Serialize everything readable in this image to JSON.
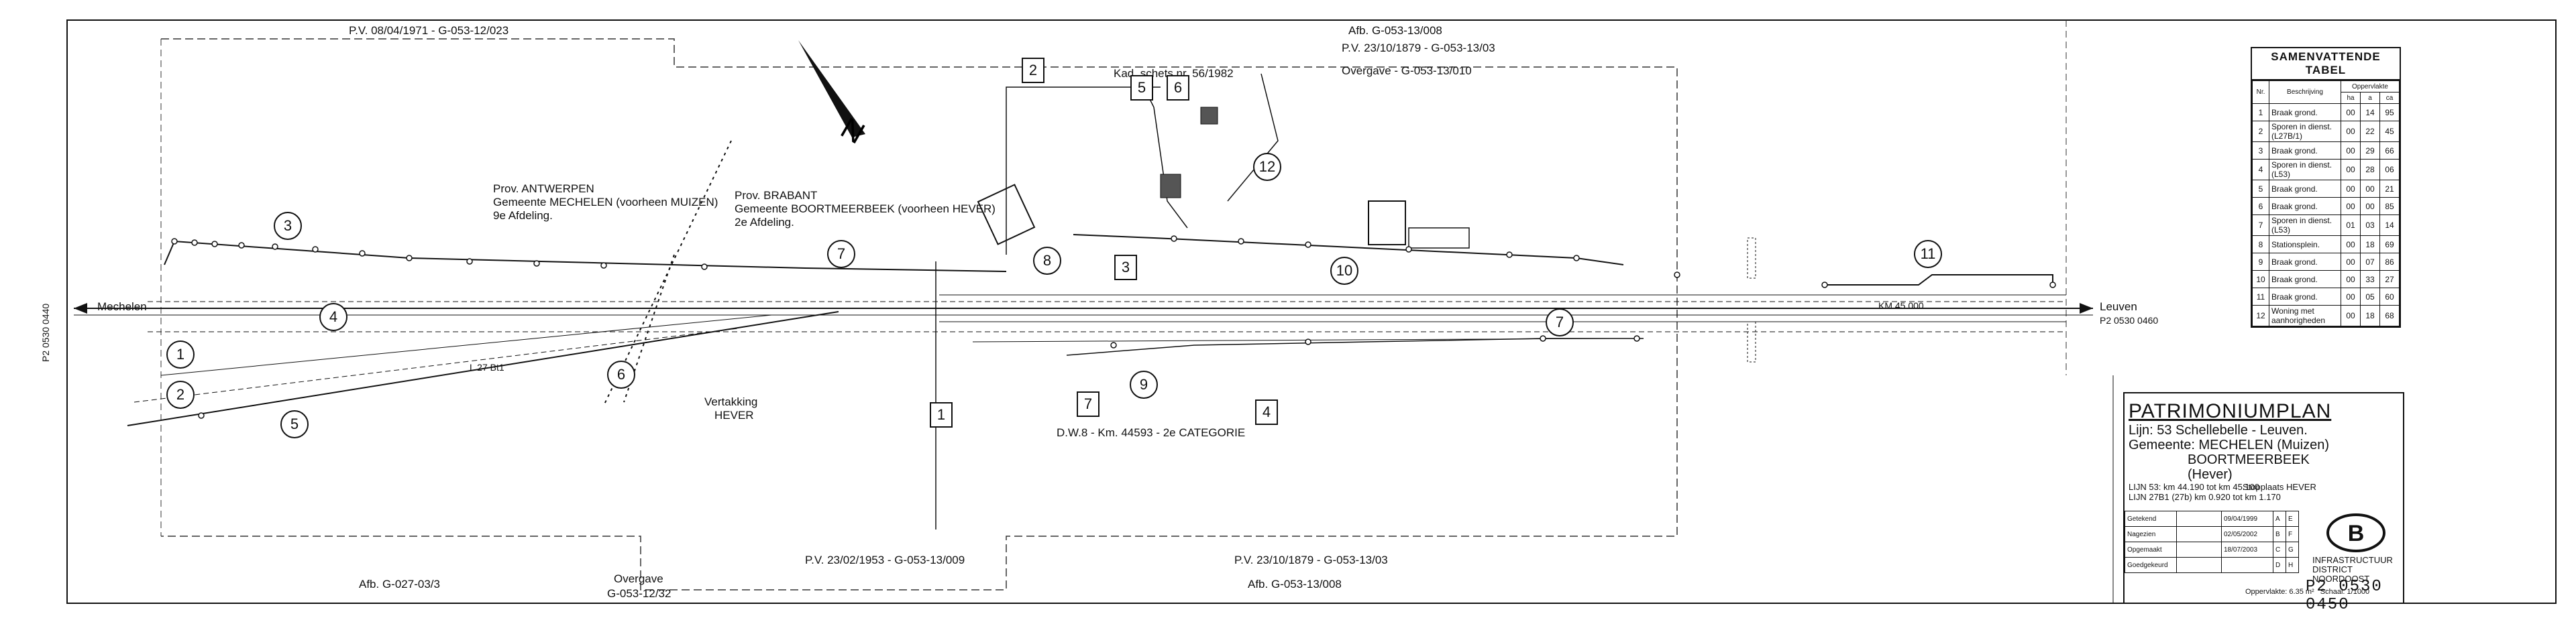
{
  "plan": {
    "top_pv_left": "P.V. 08/04/1971 - G-053-12/023",
    "top_afb": "Afb. G-053-13/008",
    "top_pv_right": "P.V. 23/10/1879 - G-053-13/03",
    "top_overgave": "Overgave - G-053-13/010",
    "kad_schets": "Kad. schets nr. 56/1982",
    "prov_antwerpen": "Prov. ANTWERPEN",
    "gemeente_mechelen": "Gemeente MECHELEN (voorheen MUIZEN)",
    "afdeling_9": "9e Afdeling.",
    "prov_brabant": "Prov. BRABANT",
    "gemeente_boortmeerbeek": "Gemeente BOORTMEERBEEK (voorheen HEVER)",
    "afdeling_2": "2e Afdeling.",
    "mechelen_left": "Mechelen",
    "leuven_right": "Leuven",
    "p2_right": "P2 0530 0460",
    "p2_left": "P2 0530 0440",
    "l27bt": "L 27 Bt1",
    "vertakking": "Vertakking",
    "hever": "HEVER",
    "dw8": "D.W.8 - Km. 44593 - 2e CATEGORIE",
    "kw1": "KM 45.000",
    "bottom_pv_left": "P.V. 23/02/1953 - G-053-13/009",
    "bottom_pv_right": "P.V. 23/10/1879 - G-053-13/03",
    "bottom_afb_left": "Afb. G-027-03/3",
    "bottom_overgave": "Overgave",
    "bottom_overgave_code": "G-053-12/32",
    "bottom_afb_right": "Afb. G-053-13/008",
    "circles": [
      "1",
      "2",
      "3",
      "4",
      "5",
      "6",
      "7",
      "7",
      "9",
      "10",
      "11",
      "12",
      "8"
    ],
    "boxes": [
      "1",
      "2",
      "3",
      "4",
      "5",
      "6",
      "7"
    ]
  },
  "summary": {
    "title": "SAMENVATTENDE TABEL",
    "col_nr": "Nr.",
    "col_desc": "Beschrijving",
    "col_area": "Oppervlakte",
    "sub": [
      "ha",
      "a",
      "ca"
    ],
    "rows": [
      {
        "nr": "1",
        "desc": "Braak grond.",
        "ha": "00",
        "a": "14",
        "ca": "95"
      },
      {
        "nr": "2",
        "desc": "Sporen in dienst.(L27B/1)",
        "ha": "00",
        "a": "22",
        "ca": "45"
      },
      {
        "nr": "3",
        "desc": "Braak grond.",
        "ha": "00",
        "a": "29",
        "ca": "66"
      },
      {
        "nr": "4",
        "desc": "Sporen in dienst.(L53)",
        "ha": "00",
        "a": "28",
        "ca": "06"
      },
      {
        "nr": "5",
        "desc": "Braak grond.",
        "ha": "00",
        "a": "00",
        "ca": "21"
      },
      {
        "nr": "6",
        "desc": "Braak grond.",
        "ha": "00",
        "a": "00",
        "ca": "85"
      },
      {
        "nr": "7",
        "desc": "Sporen in dienst.(L53)",
        "ha": "01",
        "a": "03",
        "ca": "14"
      },
      {
        "nr": "8",
        "desc": "Stationsplein.",
        "ha": "00",
        "a": "18",
        "ca": "69"
      },
      {
        "nr": "9",
        "desc": "Braak grond.",
        "ha": "00",
        "a": "07",
        "ca": "86"
      },
      {
        "nr": "10",
        "desc": "Braak grond.",
        "ha": "00",
        "a": "33",
        "ca": "27"
      },
      {
        "nr": "11",
        "desc": "Braak grond.",
        "ha": "00",
        "a": "05",
        "ca": "60"
      },
      {
        "nr": "12",
        "desc": "Woning met aanhorigheden",
        "ha": "00",
        "a": "18",
        "ca": "68"
      }
    ]
  },
  "titleblock": {
    "title": "PATRIMONIUMPLAN",
    "lijn": "Lijn: 53   Schellebelle - Leuven.",
    "gemeente": "Gemeente: MECHELEN (Muizen)",
    "gemeente2": "BOORTMEERBEEK (Hever)",
    "lijn53": "LIJN 53: km 44.190 tot km 45.100",
    "stopplaats": "Stopplaats HEVER",
    "lijn27": "LIJN 27B1 (27b) km 0.920 tot km 1.170",
    "dates": [
      "09/04/1999",
      "02/05/2002",
      "18/07/2003"
    ],
    "letters": [
      "A",
      "E",
      "B",
      "F",
      "C",
      "G",
      "D",
      "H"
    ],
    "rows_left": [
      "Getekend",
      "Nagezien",
      "Opgemaakt",
      "Goedgekeurd"
    ],
    "infra": "INFRASTRUCTUUR",
    "district": "DISTRICT NOORDOOST",
    "opp": "Oppervlakte: 6.35 m²",
    "schaal": "Schaal: 1/1000",
    "code": "P2 0530 0450",
    "logo": "B"
  }
}
